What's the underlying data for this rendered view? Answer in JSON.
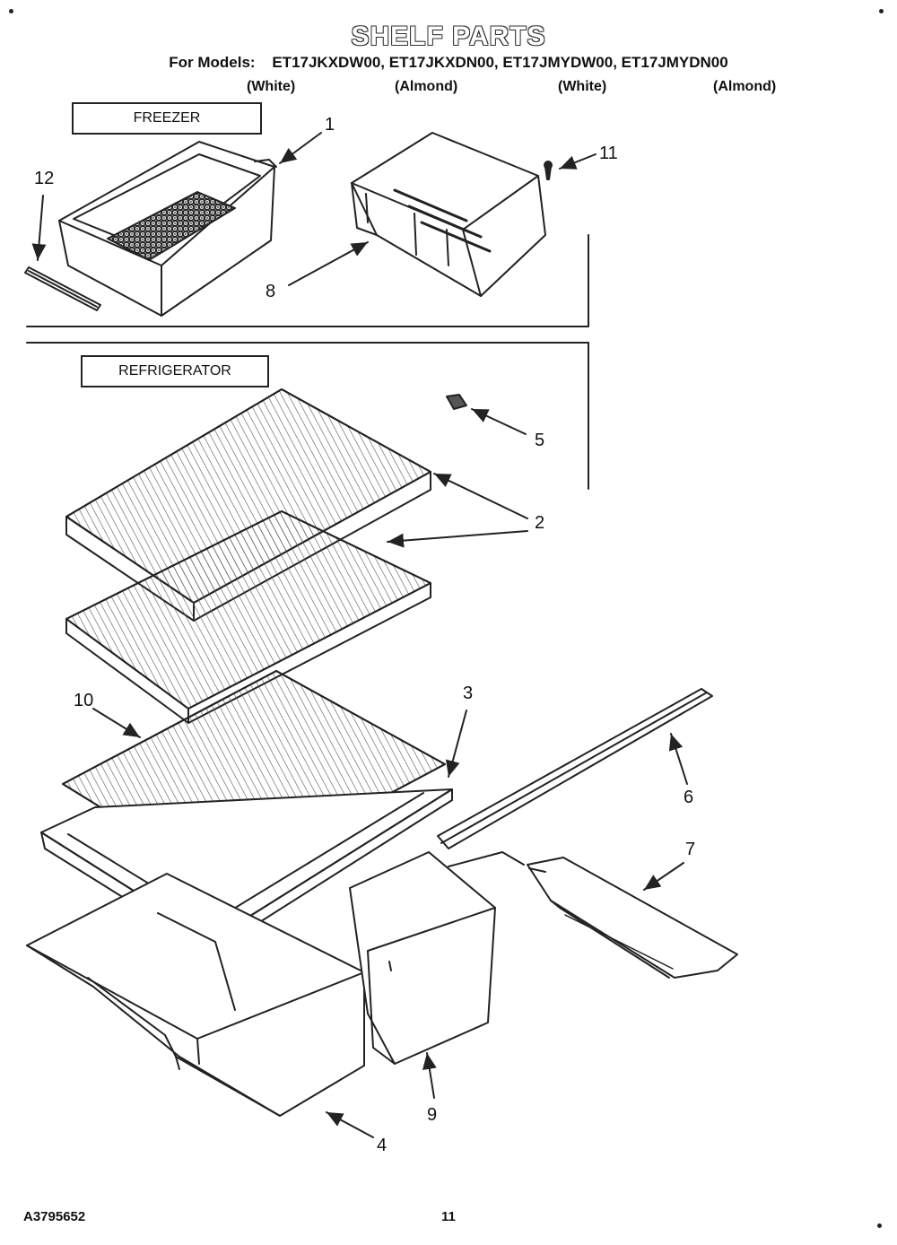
{
  "header": {
    "title": "SHELF PARTS",
    "model_prefix": "For Models:",
    "models": [
      "ET17JKXDW00,",
      "ET17JKXDN00,",
      "ET17JMYDW00,",
      "ET17JMYDN00"
    ],
    "model_colors": [
      "(White)",
      "(Almond)",
      "(White)",
      "(Almond)"
    ]
  },
  "sections": {
    "freezer_label": "FREEZER",
    "refrigerator_label": "REFRIGERATOR"
  },
  "callouts": {
    "c1": "1",
    "c2": "2",
    "c3": "3",
    "c4": "4",
    "c5": "5",
    "c6": "6",
    "c7": "7",
    "c8": "8",
    "c9": "9",
    "c10": "10",
    "c11": "11",
    "c12": "12"
  },
  "footer": {
    "doc_number": "A3795652",
    "page_number": "11"
  }
}
